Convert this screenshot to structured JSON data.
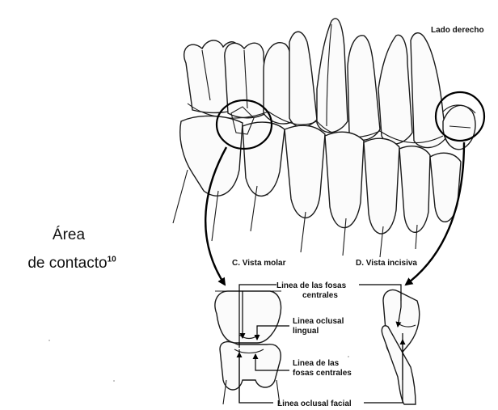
{
  "caption": {
    "line1": "Área",
    "line2": "de contacto",
    "superscript": "10"
  },
  "diagram": {
    "side_label": "Lado derecho",
    "panel_c_title": "C. Vista molar",
    "panel_d_title": "D. Vista incisiva",
    "labels": {
      "central_fossa_line_top_1": "Linea de las fosas",
      "central_fossa_line_top_2": "centrales",
      "lingual_occlusal_1": "Linea oclusal",
      "lingual_occlusal_2": "lingual",
      "central_fossa_mid_1": "Linea de las",
      "central_fossa_mid_2": "fosas centrales",
      "facial_occlusal": "Linea oclusal facial"
    }
  },
  "icons": {
    "contact-ring": "circle",
    "pointer-arrow": "curved-arrow"
  }
}
